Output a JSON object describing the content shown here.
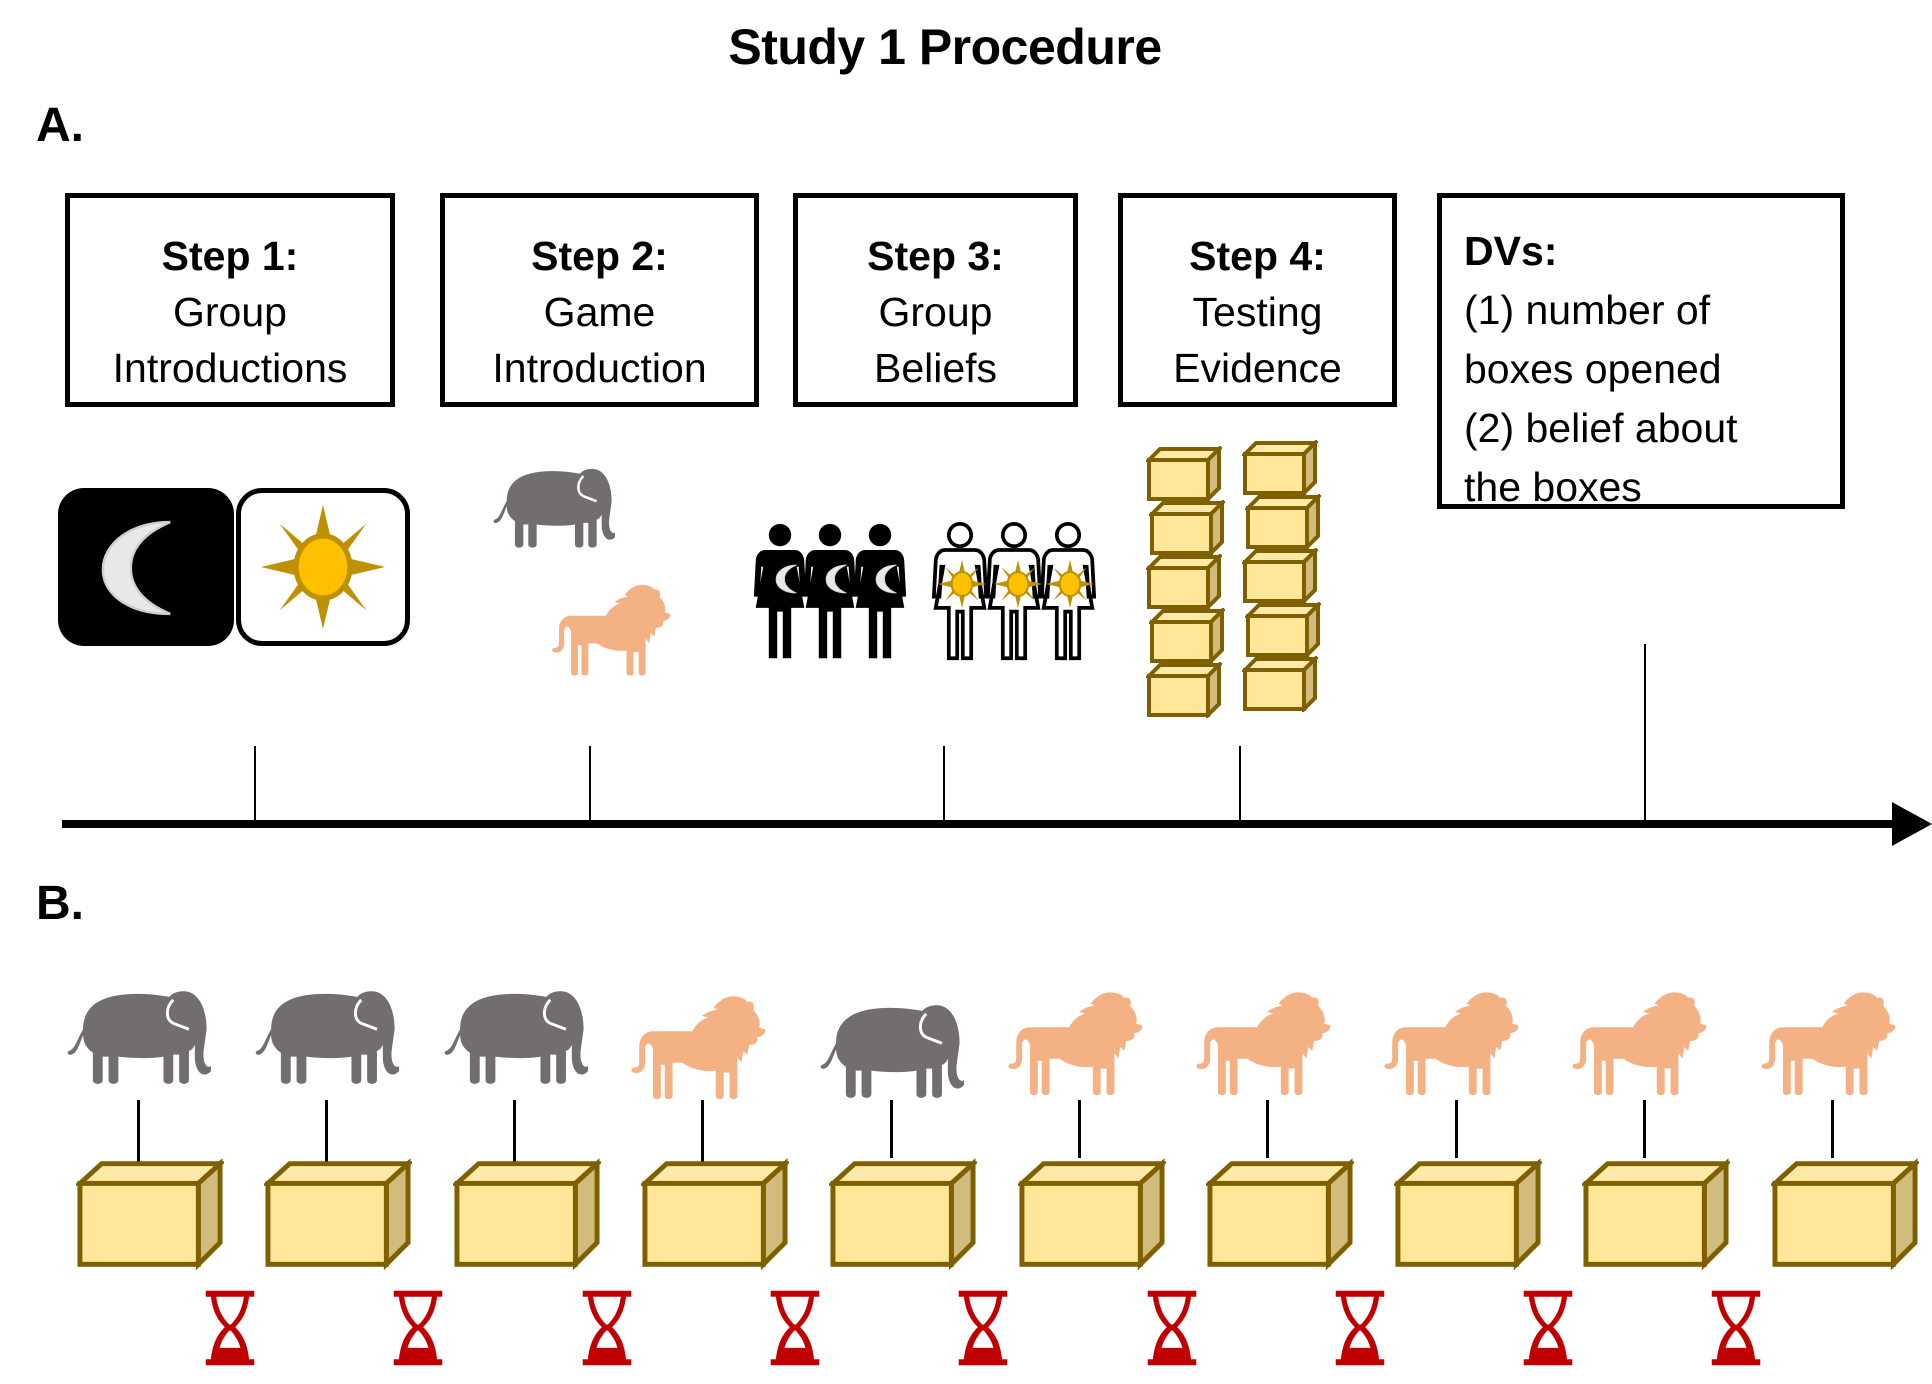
{
  "title": "Study 1 Procedure",
  "panel_a": {
    "label": "A.",
    "steps": [
      {
        "heading": "Step 1:",
        "lines": [
          "Group",
          "Introductions"
        ],
        "icons": [
          "moon-group-icon",
          "sun-group-icon"
        ]
      },
      {
        "heading": "Step 2:",
        "lines": [
          "Game",
          "Introduction"
        ],
        "icons": [
          "elephant-icon",
          "lion-icon"
        ]
      },
      {
        "heading": "Step 3:",
        "lines": [
          "Group",
          "Beliefs"
        ],
        "icons": [
          "moon-group-people-icon",
          "sun-group-people-icon"
        ]
      },
      {
        "heading": "Step 4:",
        "lines": [
          "Testing",
          "Evidence"
        ],
        "icons": [
          "box-stack-icon",
          "box-stack-icon"
        ]
      }
    ],
    "dvs": {
      "heading": "DVs:",
      "lines": [
        "(1) number of",
        "boxes opened",
        "(2) belief about",
        "the boxes"
      ]
    }
  },
  "panel_b": {
    "label": "B.",
    "sequence": [
      "elephant",
      "elephant",
      "elephant",
      "lion",
      "elephant",
      "lion",
      "lion",
      "lion",
      "lion",
      "lion"
    ],
    "hourglass_count": 9
  },
  "colors": {
    "elephant": "#726E6D",
    "lion": "#F4B183",
    "box_front": "#FFE699",
    "box_top": "#FFE9A8",
    "box_side": "#D1BC7E",
    "box_outline": "#7F6000",
    "hourglass": "#C00000",
    "sun": "#FFC000",
    "sun_rays": "#BF9000",
    "moon": "#E8E8E8"
  }
}
